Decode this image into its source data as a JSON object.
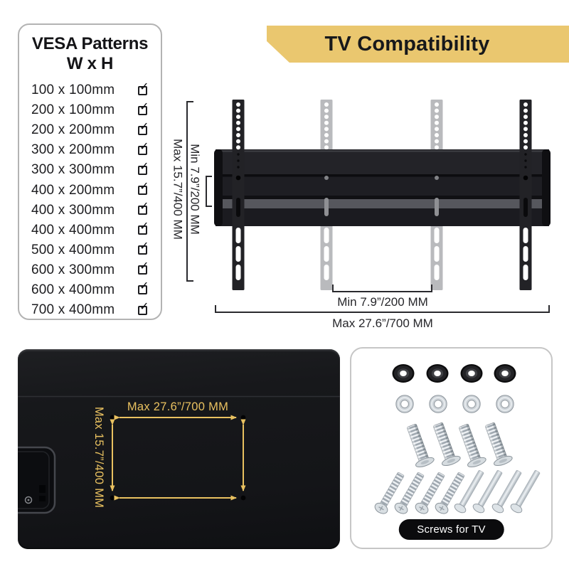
{
  "banner": {
    "title": "TV Compatibility",
    "bg_color": "#EAC76F",
    "text_color": "#17181B"
  },
  "vesa_card": {
    "title_line1": "VESA Patterns",
    "title_line2": "W x H",
    "check_icon": "✓",
    "patterns": [
      {
        "size": "100 x 100mm",
        "checked": true
      },
      {
        "size": "200 x 100mm",
        "checked": true
      },
      {
        "size": "200 x 200mm",
        "checked": true
      },
      {
        "size": "300 x 200mm",
        "checked": true
      },
      {
        "size": "300 x 300mm",
        "checked": true
      },
      {
        "size": "400 x 200mm",
        "checked": true
      },
      {
        "size": "400 x 300mm",
        "checked": true
      },
      {
        "size": "400 x 400mm",
        "checked": true
      },
      {
        "size": "500 x 400mm",
        "checked": true
      },
      {
        "size": "600 x 300mm",
        "checked": true
      },
      {
        "size": "600 x 400mm",
        "checked": true
      },
      {
        "size": "700 x 400mm",
        "checked": true
      }
    ]
  },
  "mount_diagram": {
    "height_min": "Min 7.9”/200 MM",
    "height_max": "Max 15.7”/400 MM",
    "width_min": "Min 7.9”/200 MM",
    "width_max": "Max 27.6”/700 MM"
  },
  "tv_back": {
    "width_max": "Max 27.6”/700 MM",
    "height_max": "Max 15.7”/400 MM",
    "accent_color": "#E9C160"
  },
  "screws_card": {
    "badge": "Screws for TV",
    "spacers_count": 4,
    "washers_count": 4,
    "short_screws_count": 4,
    "long_screws_count": 8
  }
}
